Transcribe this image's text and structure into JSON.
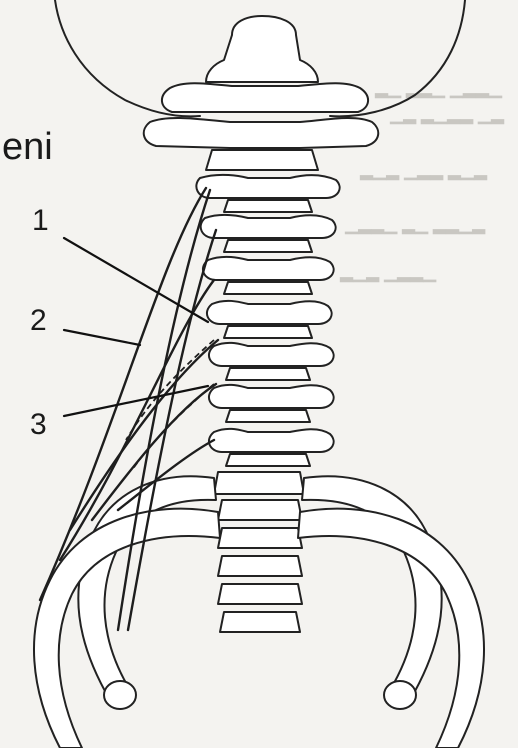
{
  "title_fragment": "eni",
  "labels": {
    "one": "1",
    "two": "2",
    "three": "3"
  },
  "colors": {
    "background": "#f4f3f0",
    "ink": "#1a1a1a",
    "bleed_through": "#c9c7c2"
  }
}
